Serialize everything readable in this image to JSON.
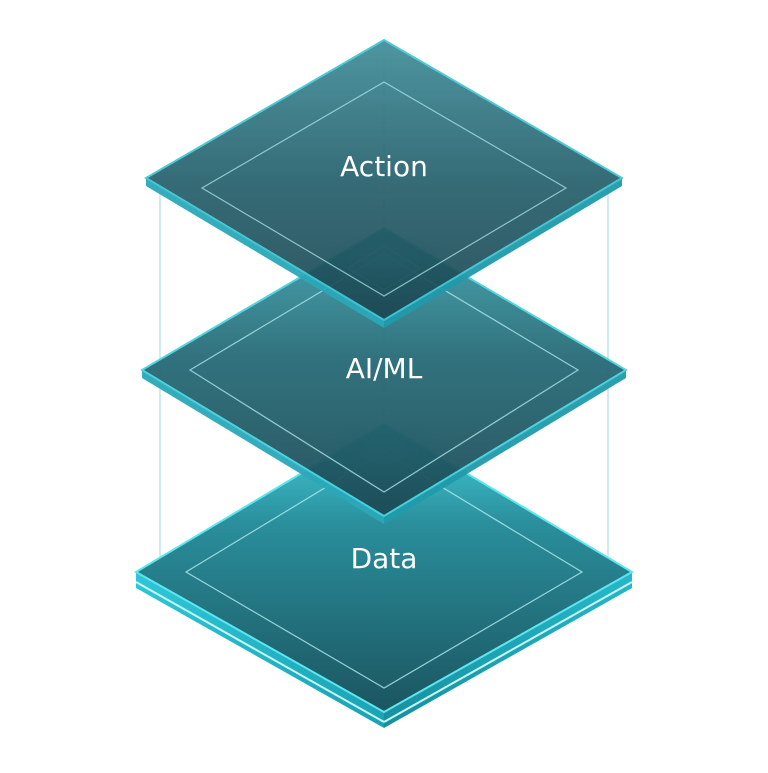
{
  "layers": [
    {
      "label": "Action"
    },
    {
      "label": "AI/ML"
    },
    {
      "label": "Data"
    }
  ],
  "colors": {
    "panel_dark": "#1e4a55",
    "panel_mid": "#2b6f7b",
    "edge": "#27b3c4",
    "glow": "#5fe3ef",
    "rim": "#a7f3f8",
    "label": "#ffffff"
  }
}
